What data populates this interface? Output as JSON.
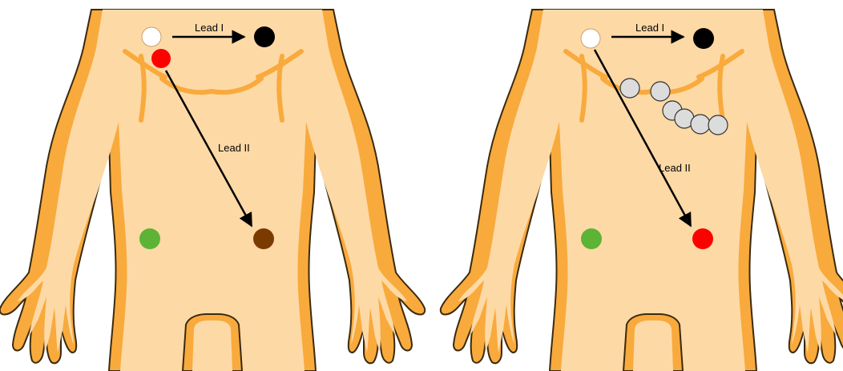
{
  "figure": {
    "panels": [
      {
        "lead_i_label": "Lead I",
        "lead_ii_label": "Lead II",
        "electrodes": [
          {
            "role": "right-arm",
            "color": "#ffffff"
          },
          {
            "role": "left-arm",
            "color": "#000000"
          },
          {
            "role": "upper-red",
            "color": "#ff0000"
          },
          {
            "role": "right-leg",
            "color": "#5cb335"
          },
          {
            "role": "left-leg",
            "color": "#7a3a00"
          }
        ]
      },
      {
        "lead_i_label": "Lead I",
        "lead_ii_label": "Lead II",
        "electrodes": [
          {
            "role": "right-arm",
            "color": "#ffffff"
          },
          {
            "role": "left-arm",
            "color": "#000000"
          },
          {
            "role": "right-leg",
            "color": "#5cb335"
          },
          {
            "role": "left-leg",
            "color": "#ff0000"
          }
        ],
        "precordial_electrode_color": "#dcdcdc",
        "precordial_count": 6
      }
    ],
    "colors": {
      "body_fill": "#fdd9a6",
      "body_shade": "#f9aa3c",
      "outline": "#3a2a10",
      "arrow": "#000000"
    }
  }
}
